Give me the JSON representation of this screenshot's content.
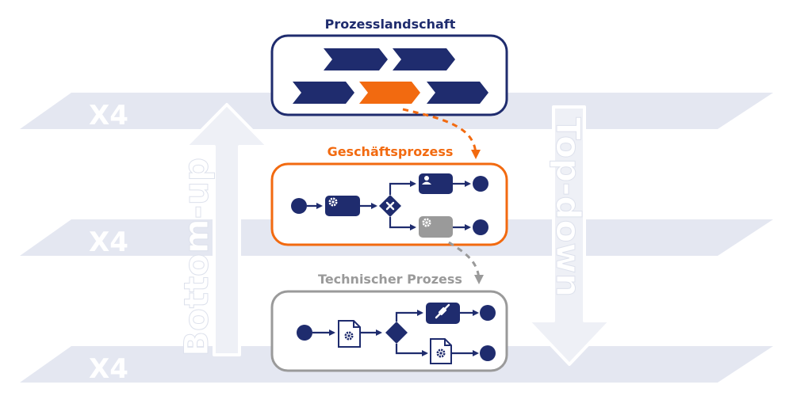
{
  "layers": {
    "top": {
      "title": "Prozesslandschaft",
      "color": "#1f2c6e"
    },
    "middle": {
      "title": "Geschäftsprozess",
      "color": "#f26a10"
    },
    "bottom": {
      "title": "Technischer Prozess",
      "color": "#9a9a9a"
    }
  },
  "plane_label": "X4",
  "arrows": {
    "bottom_up": "Bottom-up",
    "top_down": "Top-down"
  },
  "colors": {
    "navy": "#1f2c6e",
    "orange": "#f26a10",
    "grey": "#9a9a9a",
    "plane": "#e4e7f1",
    "arrow_fill": "#eef0f6"
  },
  "icons": {
    "gear": "gear-icon",
    "user": "user-icon",
    "plug": "plug-icon",
    "document_gear": "document-gear-icon",
    "gateway_x": "exclusive-gateway-icon"
  }
}
